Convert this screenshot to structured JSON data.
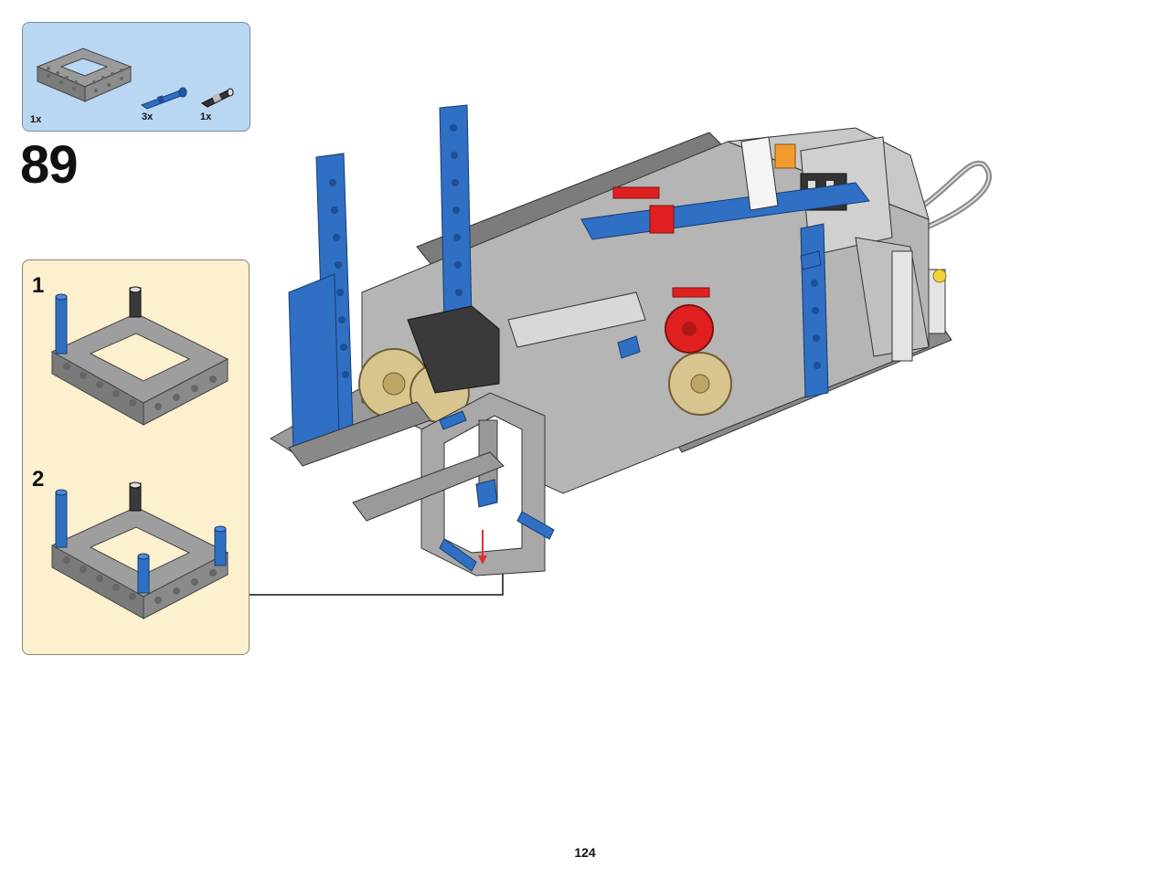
{
  "parts": [
    {
      "qty": "1x",
      "icon": "frame-5x7-icon"
    },
    {
      "qty": "3x",
      "icon": "blue-axle-pin-icon"
    },
    {
      "qty": "1x",
      "icon": "black-pin-icon"
    }
  ],
  "step_number": "89",
  "sub_steps": [
    {
      "label": "1"
    },
    {
      "label": "2"
    }
  ],
  "page_number": "124",
  "colors": {
    "parts_bg": "#b9d7f3",
    "substep_bg": "#fdf0cf",
    "beam_blue": "#2f6fc4",
    "beam_gray": "#a8a8a8",
    "gear_tan": "#d8c48e",
    "accent_red": "#e02020",
    "accent_orange": "#f29a2e",
    "arrow_red": "#e03030"
  }
}
